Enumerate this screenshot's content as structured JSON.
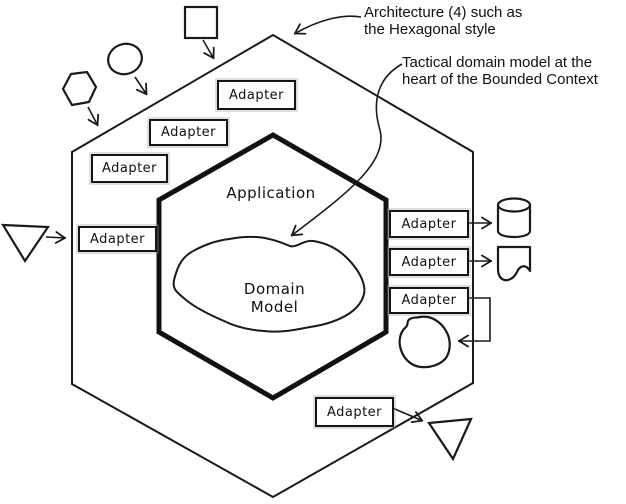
{
  "figure": {
    "colors": {
      "background": "#ffffff",
      "ink": "#1a1a1a"
    },
    "annotations": {
      "architecture": {
        "line1": "Architecture (4) such as",
        "line2": "the Hexagonal style"
      },
      "tactical": {
        "line1": "Tactical domain model at the",
        "line2": "heart of the Bounded Context"
      }
    },
    "labels": {
      "application": "Application",
      "domain_model": "Domain Model"
    },
    "adapters": [
      {
        "id": "adapter-top-1",
        "label": "Adapter"
      },
      {
        "id": "adapter-top-2",
        "label": "Adapter"
      },
      {
        "id": "adapter-top-3",
        "label": "Adapter"
      },
      {
        "id": "adapter-left-edge",
        "label": "Adapter"
      },
      {
        "id": "adapter-right-1",
        "label": "Adapter"
      },
      {
        "id": "adapter-right-2",
        "label": "Adapter"
      },
      {
        "id": "adapter-right-3",
        "label": "Adapter"
      },
      {
        "id": "adapter-bottom",
        "label": "Adapter"
      }
    ],
    "icons": [
      "square-client-icon",
      "ellipse-client-icon",
      "hexagon-client-icon",
      "triangle-client-icon",
      "database-cylinder-icon",
      "document-icon",
      "blob-store-icon",
      "triangle-output-icon"
    ]
  }
}
